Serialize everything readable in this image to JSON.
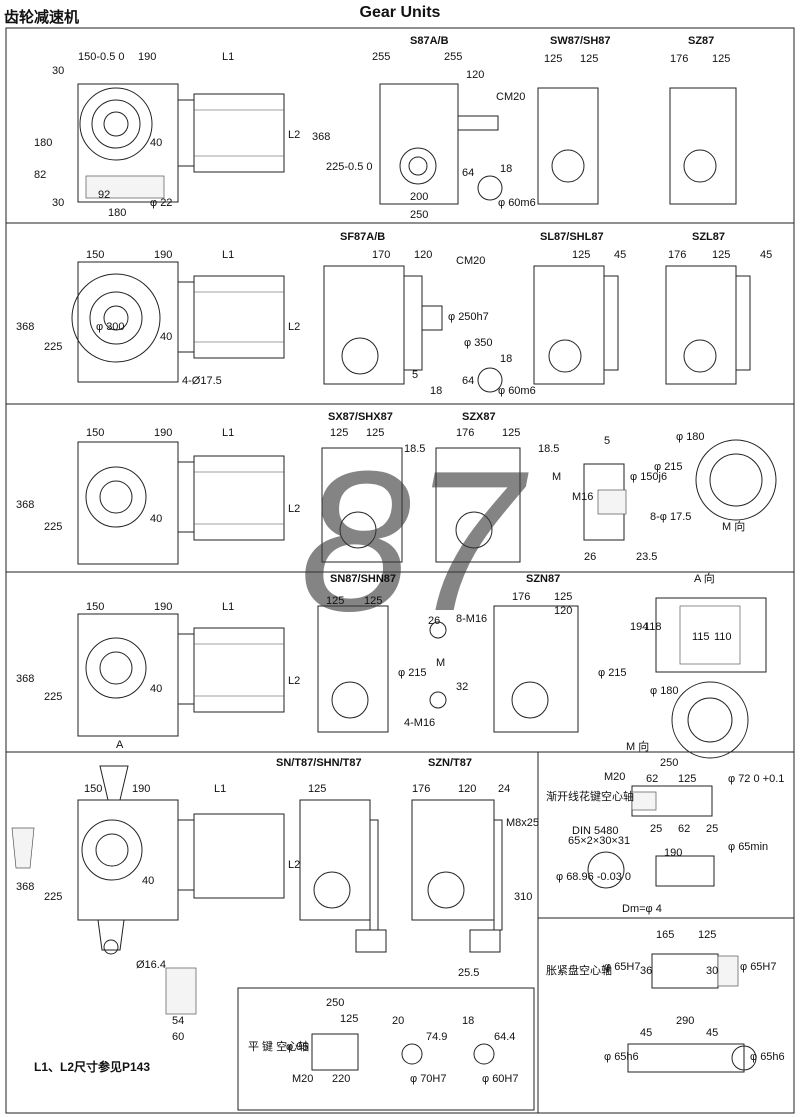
{
  "header": {
    "left_title": "齿轮减速机",
    "center_title": "Gear Units"
  },
  "watermark": "87",
  "footer_note": "L1、L2尺寸参见P143",
  "section1": {
    "side_dims": [
      "150-0.5 0",
      "190",
      "L1",
      "30",
      "180",
      "82",
      "30",
      "40",
      "L2",
      "92",
      "180",
      "φ 22"
    ],
    "titles": [
      "S87A/B",
      "SW87/SH87",
      "SZ87"
    ],
    "dims_a": [
      "255",
      "255",
      "120",
      "CM20",
      "368",
      "225-0.5 0",
      "200",
      "250",
      "64",
      "18",
      "φ 60m6"
    ],
    "dims_b": [
      "125",
      "125"
    ],
    "dims_c": [
      "176",
      "125"
    ]
  },
  "section2": {
    "side_dims": [
      "150",
      "190",
      "L1",
      "368",
      "225",
      "φ 300",
      "40",
      "L2",
      "4-Ø17.5"
    ],
    "titles": [
      "SF87A/B",
      "SL87/SHL87",
      "SZL87"
    ],
    "dims_a": [
      "170",
      "120",
      "CM20",
      "φ 250h7",
      "φ 350",
      "5",
      "18",
      "64",
      "18",
      "φ 60m6"
    ],
    "dims_b": [
      "125",
      "45"
    ],
    "dims_c": [
      "176",
      "125",
      "45"
    ]
  },
  "section3": {
    "side_dims": [
      "150",
      "190",
      "L1",
      "368",
      "225",
      "40",
      "L2"
    ],
    "titles": [
      "SX87/SHX87",
      "SZX87"
    ],
    "dims_a": [
      "125",
      "125",
      "18.5"
    ],
    "dims_b": [
      "176",
      "125",
      "18.5"
    ],
    "flange": [
      "5",
      "φ 150j6",
      "φ 215",
      "M16",
      "M",
      "8-φ 17.5",
      "26",
      "23.5"
    ],
    "ring": [
      "φ 180",
      "M 向"
    ]
  },
  "section4": {
    "side_dims": [
      "150",
      "190",
      "L1",
      "368",
      "225",
      "40",
      "L2",
      "A"
    ],
    "titles": [
      "SN87/SHN87",
      "SZN87"
    ],
    "dims_a": [
      "125",
      "125",
      "φ 215"
    ],
    "dims_b": [
      "176",
      "125",
      "120",
      "φ 215"
    ],
    "mid": [
      "26",
      "8-M16",
      "M",
      "32",
      "4-M16"
    ],
    "view_a": [
      "A 向",
      "194",
      "118",
      "115",
      "110"
    ],
    "ring": [
      "φ 180",
      "M 向"
    ]
  },
  "section5": {
    "titles": [
      "SN/T87/SHN/T87",
      "SZN/T87"
    ],
    "side_dims": [
      "150",
      "190",
      "L1",
      "368",
      "225",
      "40",
      "L2"
    ],
    "dims_a": [
      "125"
    ],
    "dims_b": [
      "176",
      "120",
      "24",
      "M8x25",
      "310",
      "25.5"
    ],
    "arm": [
      "Ø16.4",
      "54",
      "60"
    ],
    "spline_label": "渐开线花键空心轴",
    "spline_dims": [
      "250",
      "M20",
      "62",
      "125",
      "φ 72 0 +0.1",
      "25",
      "62",
      "25",
      "φ 65min",
      "DIN 5480",
      "65×2×30×31",
      "190",
      "φ 68.96 -0.03 0",
      "Dm=φ 4"
    ],
    "shrink_label": "胀紧盘空心轴",
    "shrink_dims": [
      "165",
      "125",
      "φ 65H7",
      "36",
      "30",
      "φ 65H7",
      "290",
      "45",
      "45",
      "φ 65h6",
      "φ 65h6"
    ],
    "key_label": "平 键 空心轴",
    "key_dims": [
      "250",
      "125",
      "φ 95",
      "M20",
      "220",
      "20",
      "74.9",
      "φ 70H7",
      "18",
      "64.4",
      "φ 60H7"
    ]
  }
}
